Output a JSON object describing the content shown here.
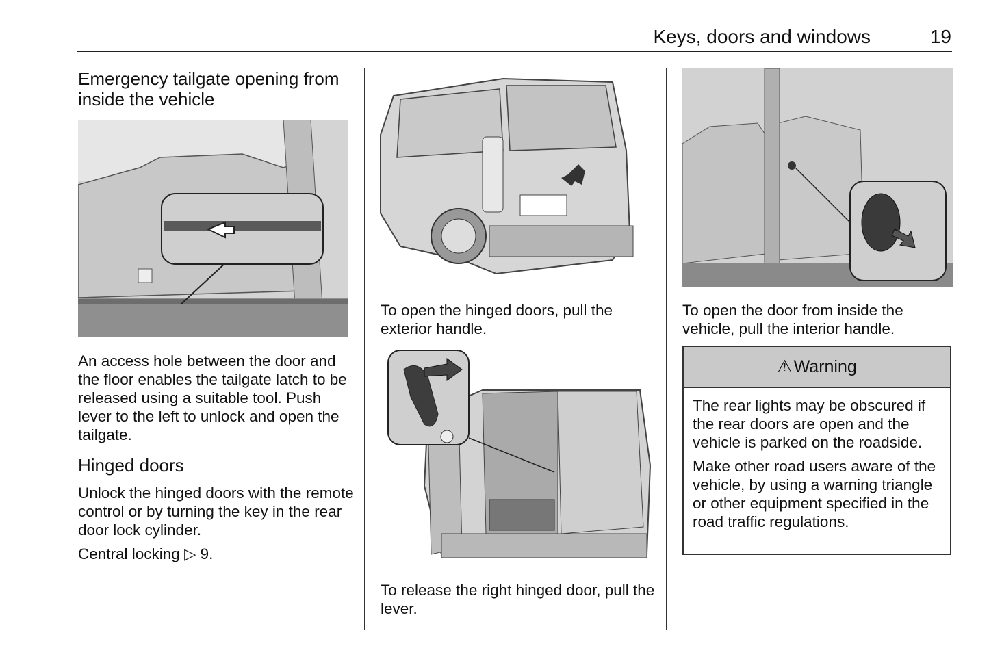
{
  "header": {
    "title": "Keys, doors and windows",
    "page_number": "19"
  },
  "col1": {
    "heading": "Emergency tailgate opening from inside the vehicle",
    "body1": "An access hole between the door and the floor enables the tailgate latch to be released using a suitable tool. Push lever to the left to unlock and open the tailgate.",
    "heading2": "Hinged doors",
    "body2": "Unlock the hinged doors with the remote control or by turning the key in the rear door lock cylinder.",
    "body3_prefix": "Central locking",
    "body3_ref": "9."
  },
  "col2": {
    "caption1": "To open the hinged doors, pull the exterior handle.",
    "caption2": "To release the right hinged door, pull the lever."
  },
  "col3": {
    "caption1": "To open the door from inside the vehicle, pull the interior handle.",
    "warning": {
      "title": "Warning",
      "para1": "The rear lights may be obscured if the rear doors are open and the vehicle is parked on the roadside.",
      "para2": "Make other road users aware of the vehicle, by using a warning triangle or other equipment specified in the road traffic regulations."
    }
  }
}
